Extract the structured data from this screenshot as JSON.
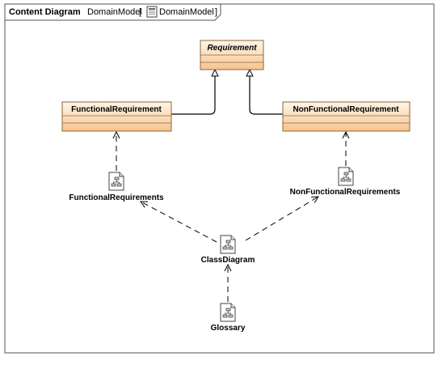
{
  "frame": {
    "kind_label": "Content Diagram",
    "name": "DomainModel",
    "ref_open": "[",
    "ref_name": "DomainModel",
    "ref_close": "]"
  },
  "classes": {
    "requirement": {
      "name": "Requirement",
      "abstract": true
    },
    "functional": {
      "name": "FunctionalRequirement"
    },
    "nonfunctional": {
      "name": "NonFunctionalRequirement"
    }
  },
  "diagrams": {
    "functional_reqs": {
      "label": "FunctionalRequirements"
    },
    "nonfunctional_reqs": {
      "label": "NonFunctionalRequirements"
    },
    "class_diagram": {
      "label": "ClassDiagram"
    },
    "glossary": {
      "label": "Glossary"
    }
  },
  "colors": {
    "class_fill_top": "#fff3e0",
    "class_fill_bottom": "#f6c08a",
    "class_border": "#7a5a2a",
    "line": "#000000",
    "frame_border": "#555555"
  }
}
